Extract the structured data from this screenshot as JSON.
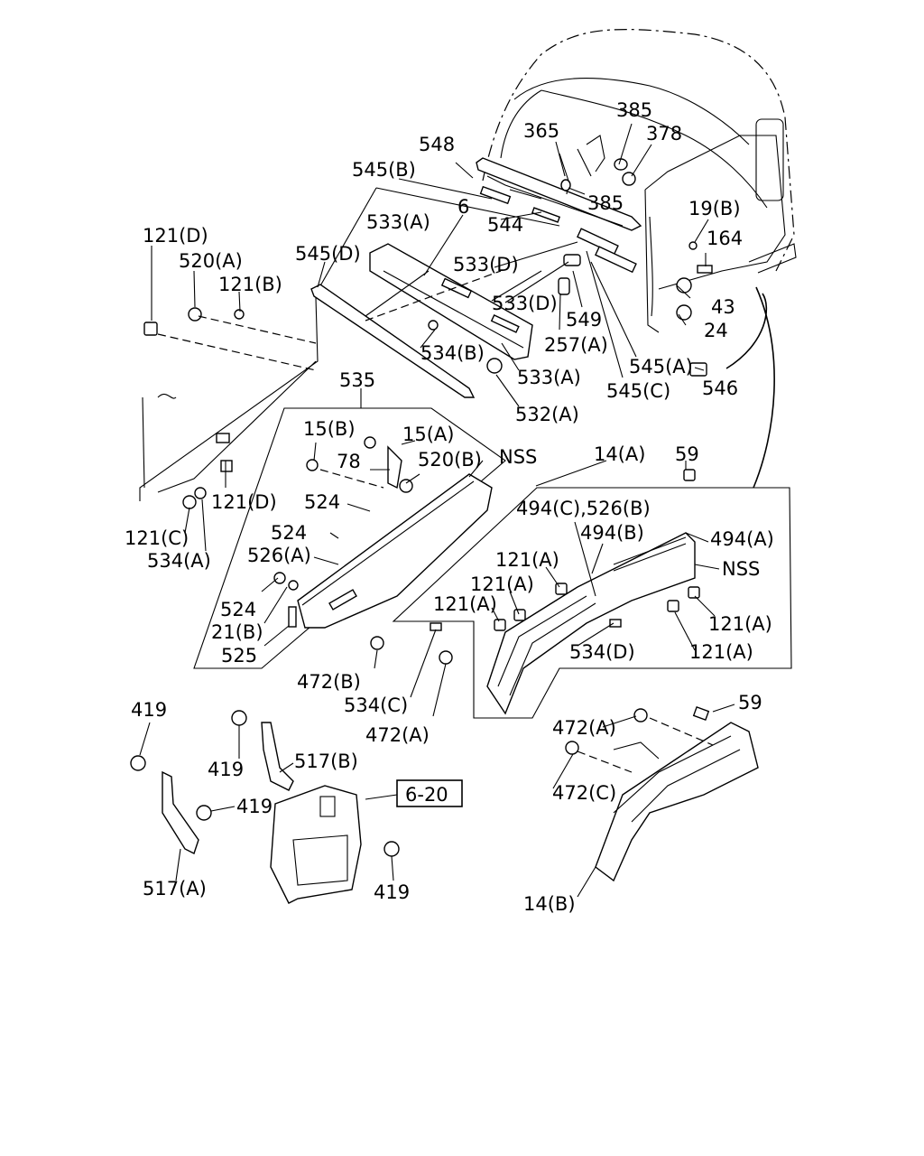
{
  "labels": [
    {
      "id": "385-top",
      "text": "385"
    },
    {
      "id": "365",
      "text": "365"
    },
    {
      "id": "378",
      "text": "378"
    },
    {
      "id": "548",
      "text": "548"
    },
    {
      "id": "545B",
      "text": "545(B)"
    },
    {
      "id": "385-mid",
      "text": "385"
    },
    {
      "id": "6",
      "text": "6"
    },
    {
      "id": "533A-top",
      "text": "533(A)"
    },
    {
      "id": "544",
      "text": "544"
    },
    {
      "id": "19B",
      "text": "19(B)"
    },
    {
      "id": "164",
      "text": "164"
    },
    {
      "id": "121D-top",
      "text": "121(D)"
    },
    {
      "id": "545D",
      "text": "545(D)"
    },
    {
      "id": "520A",
      "text": "520(A)"
    },
    {
      "id": "533D-1",
      "text": "533(D)"
    },
    {
      "id": "121B",
      "text": "121(B)"
    },
    {
      "id": "533D-2",
      "text": "533(D)"
    },
    {
      "id": "43",
      "text": "43"
    },
    {
      "id": "549",
      "text": "549"
    },
    {
      "id": "24",
      "text": "24"
    },
    {
      "id": "257A",
      "text": "257(A)"
    },
    {
      "id": "534B",
      "text": "534(B)"
    },
    {
      "id": "545A",
      "text": "545(A)"
    },
    {
      "id": "533A-bot",
      "text": "533(A)"
    },
    {
      "id": "546",
      "text": "546"
    },
    {
      "id": "545C",
      "text": "545(C)"
    },
    {
      "id": "535",
      "text": "535"
    },
    {
      "id": "532A",
      "text": "532(A)"
    },
    {
      "id": "15B",
      "text": "15(B)"
    },
    {
      "id": "15A",
      "text": "15(A)"
    },
    {
      "id": "14A",
      "text": "14(A)"
    },
    {
      "id": "59-top",
      "text": "59"
    },
    {
      "id": "78",
      "text": "78"
    },
    {
      "id": "520B",
      "text": "520(B)"
    },
    {
      "id": "NSS-1",
      "text": "NSS"
    },
    {
      "id": "121D-mid",
      "text": "121(D)"
    },
    {
      "id": "524-1",
      "text": "524"
    },
    {
      "id": "494C-526B",
      "text": "494(C),526(B)"
    },
    {
      "id": "524-2",
      "text": "524"
    },
    {
      "id": "494B",
      "text": "494(B)"
    },
    {
      "id": "494A",
      "text": "494(A)"
    },
    {
      "id": "121C",
      "text": "121(C)"
    },
    {
      "id": "526A",
      "text": "526(A)"
    },
    {
      "id": "121A-1",
      "text": "121(A)"
    },
    {
      "id": "534A",
      "text": "534(A)"
    },
    {
      "id": "NSS-2",
      "text": "NSS"
    },
    {
      "id": "121A-2",
      "text": "121(A)"
    },
    {
      "id": "524-3",
      "text": "524"
    },
    {
      "id": "121A-3",
      "text": "121(A)"
    },
    {
      "id": "21B",
      "text": "21(B)"
    },
    {
      "id": "121A-4",
      "text": "121(A)"
    },
    {
      "id": "525",
      "text": "525"
    },
    {
      "id": "534D",
      "text": "534(D)"
    },
    {
      "id": "121A-5",
      "text": "121(A)"
    },
    {
      "id": "472B",
      "text": "472(B)"
    },
    {
      "id": "534C",
      "text": "534(C)"
    },
    {
      "id": "59-bot",
      "text": "59"
    },
    {
      "id": "419-1",
      "text": "419"
    },
    {
      "id": "472A-1",
      "text": "472(A)"
    },
    {
      "id": "472A-2",
      "text": "472(A)"
    },
    {
      "id": "517B",
      "text": "517(B)"
    },
    {
      "id": "419-2",
      "text": "419"
    },
    {
      "id": "6-20",
      "text": "6-20"
    },
    {
      "id": "472C",
      "text": "472(C)"
    },
    {
      "id": "419-3",
      "text": "419"
    },
    {
      "id": "517A",
      "text": "517(A)"
    },
    {
      "id": "419-4",
      "text": "419"
    },
    {
      "id": "14B",
      "text": "14(B)"
    }
  ]
}
